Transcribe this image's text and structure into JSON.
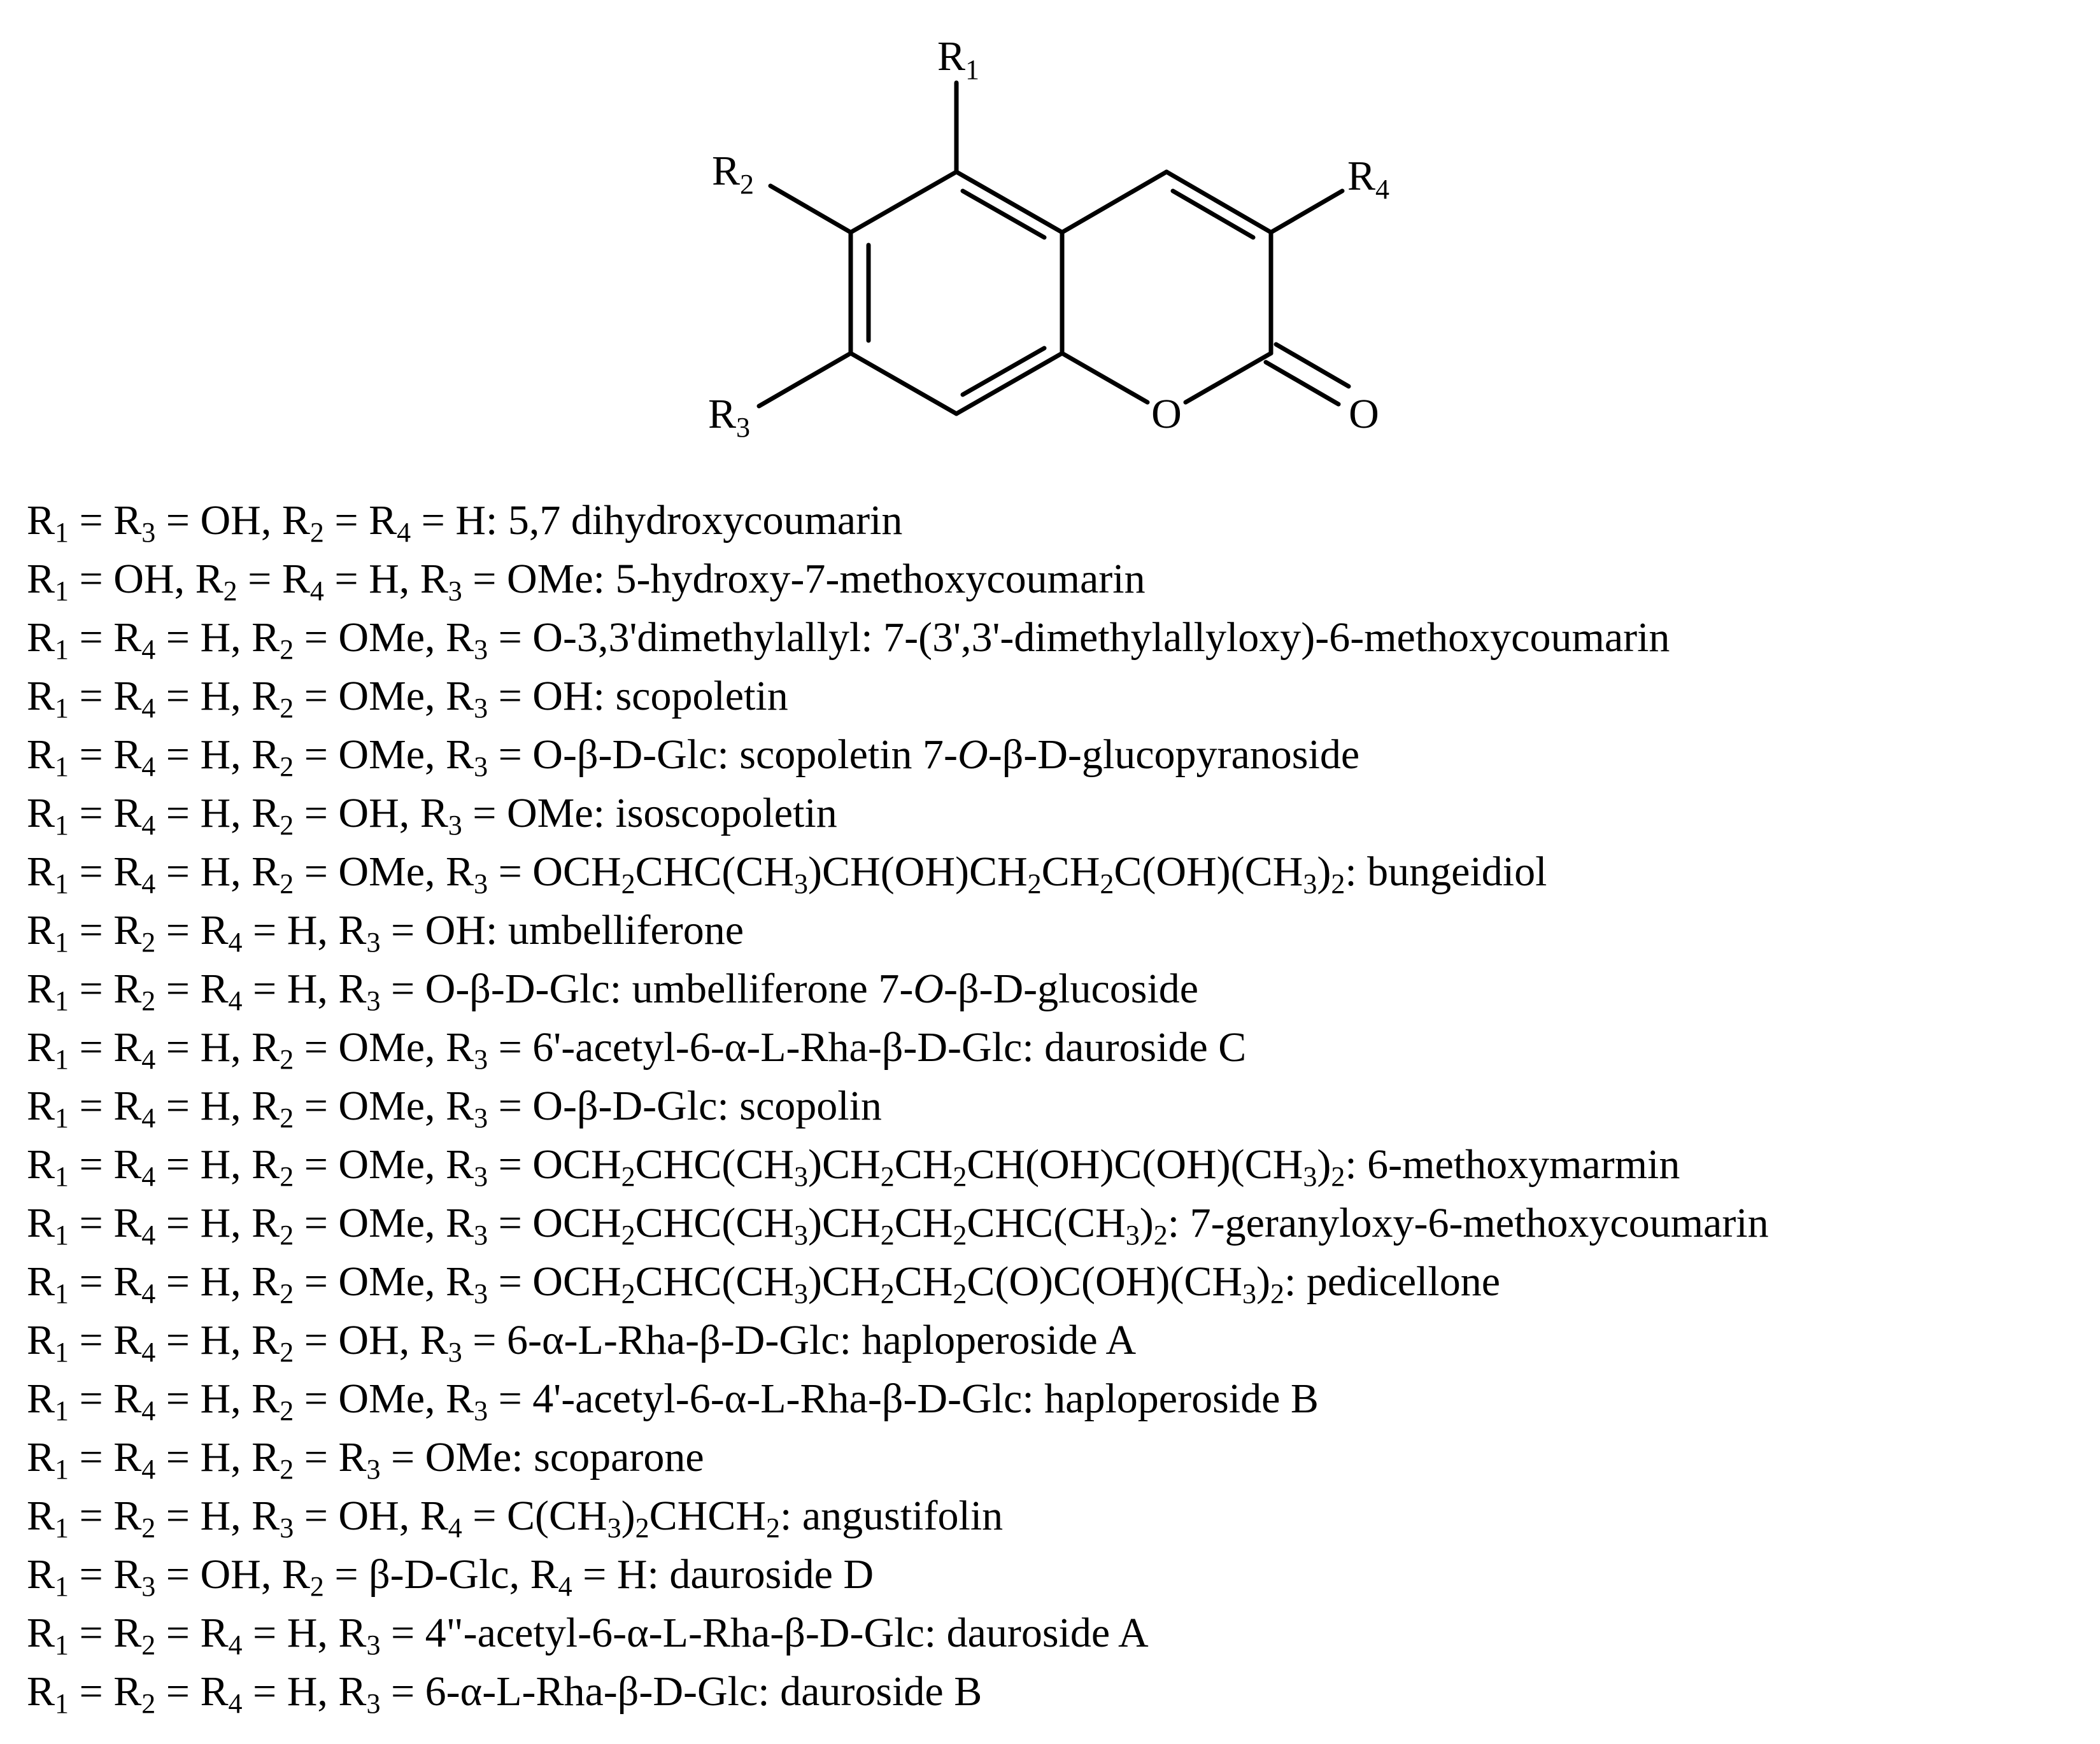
{
  "structure": {
    "labels": {
      "r1": [
        "R",
        "1"
      ],
      "r2": [
        "R",
        "2"
      ],
      "r3": [
        "R",
        "3"
      ],
      "r4": [
        "R",
        "4"
      ],
      "ring_oxygen": "O",
      "carbonyl_oxygen": "O"
    }
  },
  "compounds": [
    [
      [
        "t",
        "R"
      ],
      [
        "s",
        "1"
      ],
      [
        "t",
        " = R"
      ],
      [
        "s",
        "3"
      ],
      [
        "t",
        " = OH, R"
      ],
      [
        "s",
        "2"
      ],
      [
        "t",
        " = R"
      ],
      [
        "s",
        "4"
      ],
      [
        "t",
        " = H: 5,7 dihydroxycoumarin"
      ]
    ],
    [
      [
        "t",
        "R"
      ],
      [
        "s",
        "1"
      ],
      [
        "t",
        " = OH, R"
      ],
      [
        "s",
        "2"
      ],
      [
        "t",
        " = R"
      ],
      [
        "s",
        "4"
      ],
      [
        "t",
        " = H, R"
      ],
      [
        "s",
        "3"
      ],
      [
        "t",
        " = OMe: 5-hydroxy-7-methoxycoumarin"
      ]
    ],
    [
      [
        "t",
        "R"
      ],
      [
        "s",
        "1"
      ],
      [
        "t",
        " = R"
      ],
      [
        "s",
        "4"
      ],
      [
        "t",
        " = H, R"
      ],
      [
        "s",
        "2"
      ],
      [
        "t",
        " = OMe, R"
      ],
      [
        "s",
        "3"
      ],
      [
        "t",
        " = O-3,3'dimethylallyl: 7-(3',3'-dimethylallyloxy)-6-methoxycoumarin"
      ]
    ],
    [
      [
        "t",
        "R"
      ],
      [
        "s",
        "1"
      ],
      [
        "t",
        " = R"
      ],
      [
        "s",
        "4"
      ],
      [
        "t",
        " = H, R"
      ],
      [
        "s",
        "2"
      ],
      [
        "t",
        " = OMe, R"
      ],
      [
        "s",
        "3"
      ],
      [
        "t",
        " = OH: scopoletin"
      ]
    ],
    [
      [
        "t",
        "R"
      ],
      [
        "s",
        "1"
      ],
      [
        "t",
        " = R"
      ],
      [
        "s",
        "4"
      ],
      [
        "t",
        " = H, R"
      ],
      [
        "s",
        "2"
      ],
      [
        "t",
        " = OMe, R"
      ],
      [
        "s",
        "3"
      ],
      [
        "t",
        " = O-β-D-Glc: scopoletin 7-"
      ],
      [
        "i",
        "O"
      ],
      [
        "t",
        "-β-D-glucopyranoside"
      ]
    ],
    [
      [
        "t",
        "R"
      ],
      [
        "s",
        "1"
      ],
      [
        "t",
        " = R"
      ],
      [
        "s",
        "4"
      ],
      [
        "t",
        " = H, R"
      ],
      [
        "s",
        "2"
      ],
      [
        "t",
        " = OH, R"
      ],
      [
        "s",
        "3"
      ],
      [
        "t",
        " = OMe: isoscopoletin"
      ]
    ],
    [
      [
        "t",
        "R"
      ],
      [
        "s",
        "1"
      ],
      [
        "t",
        " = R"
      ],
      [
        "s",
        "4"
      ],
      [
        "t",
        " = H, R"
      ],
      [
        "s",
        "2"
      ],
      [
        "t",
        " = OMe, R"
      ],
      [
        "s",
        "3"
      ],
      [
        "t",
        " = OCH"
      ],
      [
        "s",
        "2"
      ],
      [
        "t",
        "CHC(CH"
      ],
      [
        "s",
        "3"
      ],
      [
        "t",
        ")CH(OH)CH"
      ],
      [
        "s",
        "2"
      ],
      [
        "t",
        "CH"
      ],
      [
        "s",
        "2"
      ],
      [
        "t",
        "C(OH)(CH"
      ],
      [
        "s",
        "3"
      ],
      [
        "t",
        ")"
      ],
      [
        "s",
        "2"
      ],
      [
        "t",
        ": bungeidiol"
      ]
    ],
    [
      [
        "t",
        "R"
      ],
      [
        "s",
        "1"
      ],
      [
        "t",
        " = R"
      ],
      [
        "s",
        "2"
      ],
      [
        "t",
        " = R"
      ],
      [
        "s",
        "4"
      ],
      [
        "t",
        " = H, R"
      ],
      [
        "s",
        "3"
      ],
      [
        "t",
        " = OH: umbelliferone"
      ]
    ],
    [
      [
        "t",
        "R"
      ],
      [
        "s",
        "1"
      ],
      [
        "t",
        " = R"
      ],
      [
        "s",
        "2"
      ],
      [
        "t",
        " = R"
      ],
      [
        "s",
        "4"
      ],
      [
        "t",
        " = H, R"
      ],
      [
        "s",
        "3"
      ],
      [
        "t",
        " = O-β-D-Glc: umbelliferone 7-"
      ],
      [
        "i",
        "O"
      ],
      [
        "t",
        "-β-D-glucoside"
      ]
    ],
    [
      [
        "t",
        "R"
      ],
      [
        "s",
        "1"
      ],
      [
        "t",
        " = R"
      ],
      [
        "s",
        "4"
      ],
      [
        "t",
        " = H, R"
      ],
      [
        "s",
        "2"
      ],
      [
        "t",
        " = OMe, R"
      ],
      [
        "s",
        "3"
      ],
      [
        "t",
        " = 6'-acetyl-6-α-L-Rha-β-D-Glc: dauroside C"
      ]
    ],
    [
      [
        "t",
        "R"
      ],
      [
        "s",
        "1"
      ],
      [
        "t",
        " = R"
      ],
      [
        "s",
        "4"
      ],
      [
        "t",
        " = H, R"
      ],
      [
        "s",
        "2"
      ],
      [
        "t",
        " = OMe, R"
      ],
      [
        "s",
        "3"
      ],
      [
        "t",
        " = O-β-D-Glc: scopolin"
      ]
    ],
    [
      [
        "t",
        "R"
      ],
      [
        "s",
        "1"
      ],
      [
        "t",
        " = R"
      ],
      [
        "s",
        "4"
      ],
      [
        "t",
        " = H, R"
      ],
      [
        "s",
        "2"
      ],
      [
        "t",
        " = OMe, R"
      ],
      [
        "s",
        "3"
      ],
      [
        "t",
        " = OCH"
      ],
      [
        "s",
        "2"
      ],
      [
        "t",
        "CHC(CH"
      ],
      [
        "s",
        "3"
      ],
      [
        "t",
        ")CH"
      ],
      [
        "s",
        "2"
      ],
      [
        "t",
        "CH"
      ],
      [
        "s",
        "2"
      ],
      [
        "t",
        "CH(OH)C(OH)(CH"
      ],
      [
        "s",
        "3"
      ],
      [
        "t",
        ")"
      ],
      [
        "s",
        "2"
      ],
      [
        "t",
        ": 6-methoxymarmin"
      ]
    ],
    [
      [
        "t",
        "R"
      ],
      [
        "s",
        "1"
      ],
      [
        "t",
        " = R"
      ],
      [
        "s",
        "4"
      ],
      [
        "t",
        " = H, R"
      ],
      [
        "s",
        "2"
      ],
      [
        "t",
        " = OMe, R"
      ],
      [
        "s",
        "3"
      ],
      [
        "t",
        " = OCH"
      ],
      [
        "s",
        "2"
      ],
      [
        "t",
        "CHC(CH"
      ],
      [
        "s",
        "3"
      ],
      [
        "t",
        ")CH"
      ],
      [
        "s",
        "2"
      ],
      [
        "t",
        "CH"
      ],
      [
        "s",
        "2"
      ],
      [
        "t",
        "CHC(CH"
      ],
      [
        "s",
        "3"
      ],
      [
        "t",
        ")"
      ],
      [
        "s",
        "2"
      ],
      [
        "t",
        ": 7-geranyloxy-6-methoxycoumarin"
      ]
    ],
    [
      [
        "t",
        "R"
      ],
      [
        "s",
        "1"
      ],
      [
        "t",
        " = R"
      ],
      [
        "s",
        "4"
      ],
      [
        "t",
        " = H, R"
      ],
      [
        "s",
        "2"
      ],
      [
        "t",
        " = OMe, R"
      ],
      [
        "s",
        "3"
      ],
      [
        "t",
        " = OCH"
      ],
      [
        "s",
        "2"
      ],
      [
        "t",
        "CHC(CH"
      ],
      [
        "s",
        "3"
      ],
      [
        "t",
        ")CH"
      ],
      [
        "s",
        "2"
      ],
      [
        "t",
        "CH"
      ],
      [
        "s",
        "2"
      ],
      [
        "t",
        "C(O)C(OH)(CH"
      ],
      [
        "s",
        "3"
      ],
      [
        "t",
        ")"
      ],
      [
        "s",
        "2"
      ],
      [
        "t",
        ": pedicellone"
      ]
    ],
    [
      [
        "t",
        "R"
      ],
      [
        "s",
        "1"
      ],
      [
        "t",
        " = R"
      ],
      [
        "s",
        "4"
      ],
      [
        "t",
        " = H, R"
      ],
      [
        "s",
        "2"
      ],
      [
        "t",
        " = OH, R"
      ],
      [
        "s",
        "3"
      ],
      [
        "t",
        " = 6-α-L-Rha-β-D-Glc: haploperoside A"
      ]
    ],
    [
      [
        "t",
        "R"
      ],
      [
        "s",
        "1"
      ],
      [
        "t",
        " = R"
      ],
      [
        "s",
        "4"
      ],
      [
        "t",
        " = H, R"
      ],
      [
        "s",
        "2"
      ],
      [
        "t",
        " = OMe, R"
      ],
      [
        "s",
        "3"
      ],
      [
        "t",
        " = 4'-acetyl-6-α-L-Rha-β-D-Glc: haploperoside B"
      ]
    ],
    [
      [
        "t",
        "R"
      ],
      [
        "s",
        "1"
      ],
      [
        "t",
        " = R"
      ],
      [
        "s",
        "4"
      ],
      [
        "t",
        " = H, R"
      ],
      [
        "s",
        "2"
      ],
      [
        "t",
        " = R"
      ],
      [
        "s",
        "3"
      ],
      [
        "t",
        " = OMe: scoparone"
      ]
    ],
    [
      [
        "t",
        "R"
      ],
      [
        "s",
        "1"
      ],
      [
        "t",
        " = R"
      ],
      [
        "s",
        "2"
      ],
      [
        "t",
        " = H, R"
      ],
      [
        "s",
        "3"
      ],
      [
        "t",
        " = OH, R"
      ],
      [
        "s",
        "4"
      ],
      [
        "t",
        " = C(CH"
      ],
      [
        "s",
        "3"
      ],
      [
        "t",
        ")"
      ],
      [
        "s",
        "2"
      ],
      [
        "t",
        "CHCH"
      ],
      [
        "s",
        "2"
      ],
      [
        "t",
        ": angustifolin"
      ]
    ],
    [
      [
        "t",
        "R"
      ],
      [
        "s",
        "1"
      ],
      [
        "t",
        " = R"
      ],
      [
        "s",
        "3"
      ],
      [
        "t",
        " = OH, R"
      ],
      [
        "s",
        "2"
      ],
      [
        "t",
        " = β-D-Glc, R"
      ],
      [
        "s",
        "4"
      ],
      [
        "t",
        " = H: dauroside D"
      ]
    ],
    [
      [
        "t",
        "R"
      ],
      [
        "s",
        "1"
      ],
      [
        "t",
        " = R"
      ],
      [
        "s",
        "2"
      ],
      [
        "t",
        " = R"
      ],
      [
        "s",
        "4"
      ],
      [
        "t",
        " = H, R"
      ],
      [
        "s",
        "3"
      ],
      [
        "t",
        " = 4\"-acetyl-6-α-L-Rha-β-D-Glc: dauroside A"
      ]
    ],
    [
      [
        "t",
        "R"
      ],
      [
        "s",
        "1"
      ],
      [
        "t",
        " = R"
      ],
      [
        "s",
        "2"
      ],
      [
        "t",
        " = R"
      ],
      [
        "s",
        "4"
      ],
      [
        "t",
        " = H, R"
      ],
      [
        "s",
        "3"
      ],
      [
        "t",
        " = 6-α-L-Rha-β-D-Glc: dauroside B"
      ]
    ]
  ]
}
